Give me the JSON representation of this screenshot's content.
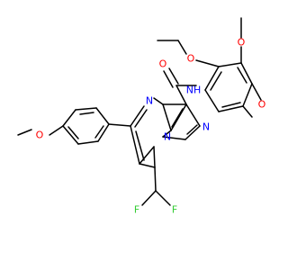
{
  "molecule": {
    "atoms": {
      "o_methoxy_phenyl": {
        "label": "O",
        "color": "#ff0000"
      },
      "n_pyrimidine": {
        "label": "N",
        "color": "#0000ff"
      },
      "n_bridge": {
        "label": "N",
        "color": "#0000ff"
      },
      "n_pyrazole": {
        "label": "N",
        "color": "#0000ff"
      },
      "o_carbonyl": {
        "label": "O",
        "color": "#ff0000"
      },
      "nh_amide": {
        "label": "NH",
        "color": "#0000ff"
      },
      "o_methoxy_top": {
        "label": "O",
        "color": "#ff0000"
      },
      "o_methoxy_upper_left": {
        "label": "O",
        "color": "#ff0000"
      },
      "o_methoxy_right": {
        "label": "O",
        "color": "#ff0000"
      },
      "f_left": {
        "label": "F",
        "color": "#33cc33"
      },
      "f_right": {
        "label": "F",
        "color": "#33cc33"
      }
    },
    "bond_color": "#000000",
    "background": "#ffffff"
  }
}
